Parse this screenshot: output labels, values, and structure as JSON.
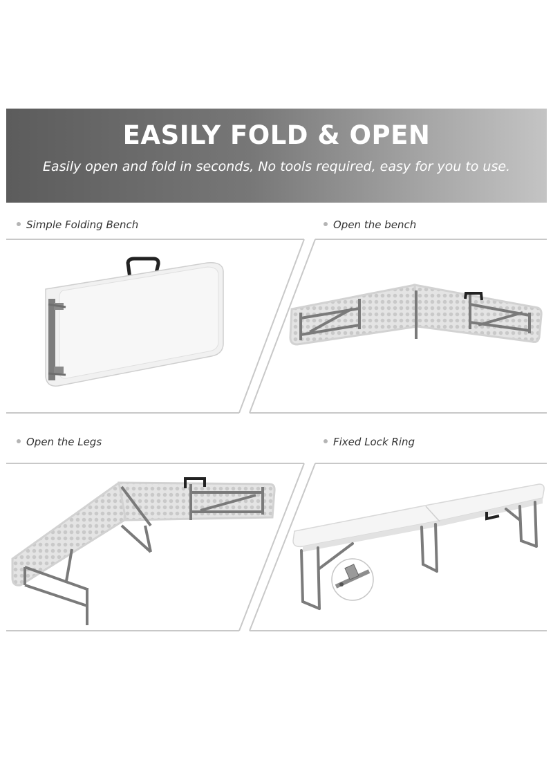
{
  "banner": {
    "title": "EASILY FOLD & OPEN",
    "subtitle": "Easily open and fold in seconds, No tools required, easy for you to use."
  },
  "panels": [
    {
      "label": "Simple Folding Bench"
    },
    {
      "label": "Open the bench"
    },
    {
      "label": "Open the Legs"
    },
    {
      "label": "Fixed Lock Ring"
    }
  ],
  "colors": {
    "banner_dark": "#5c5c5c",
    "banner_light": "#c4c4c4",
    "frame_line": "#c8c8c8",
    "bench_white": "#f3f3f3",
    "leg_grey": "#7d7d7d"
  }
}
